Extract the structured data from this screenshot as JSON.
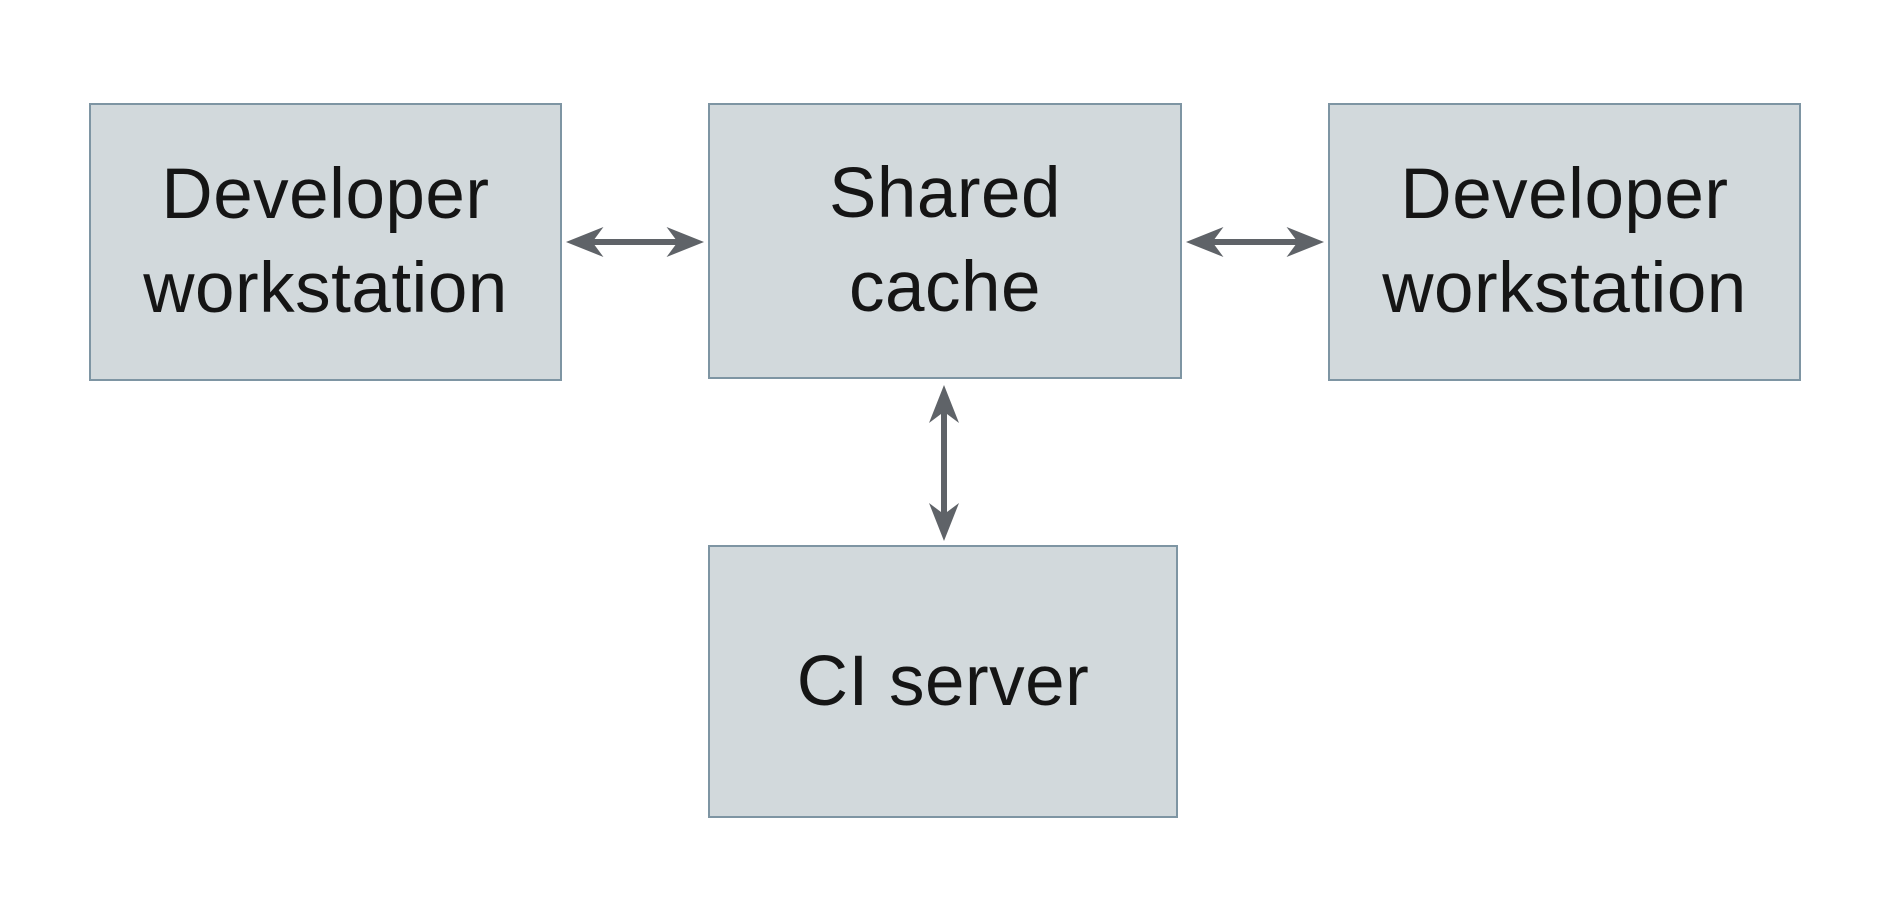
{
  "diagram": {
    "type": "architecture-diagram",
    "nodes": {
      "workstation_left": {
        "line1": "Developer",
        "line2": "workstation"
      },
      "shared_cache": {
        "line1": "Shared",
        "line2": "cache"
      },
      "workstation_right": {
        "line1": "Developer",
        "line2": "workstation"
      },
      "ci_server": {
        "line1": "CI server"
      }
    },
    "edges": [
      {
        "from": "workstation_left",
        "to": "shared_cache",
        "direction": "bidirectional",
        "orientation": "horizontal"
      },
      {
        "from": "shared_cache",
        "to": "workstation_right",
        "direction": "bidirectional",
        "orientation": "horizontal"
      },
      {
        "from": "shared_cache",
        "to": "ci_server",
        "direction": "bidirectional",
        "orientation": "vertical"
      }
    ]
  },
  "colors": {
    "background": "#ffffff",
    "box_fill": "#d2d9dc",
    "box_border": "#7e95a3",
    "arrow_color": "#5f6368",
    "text_color": "#151515"
  }
}
